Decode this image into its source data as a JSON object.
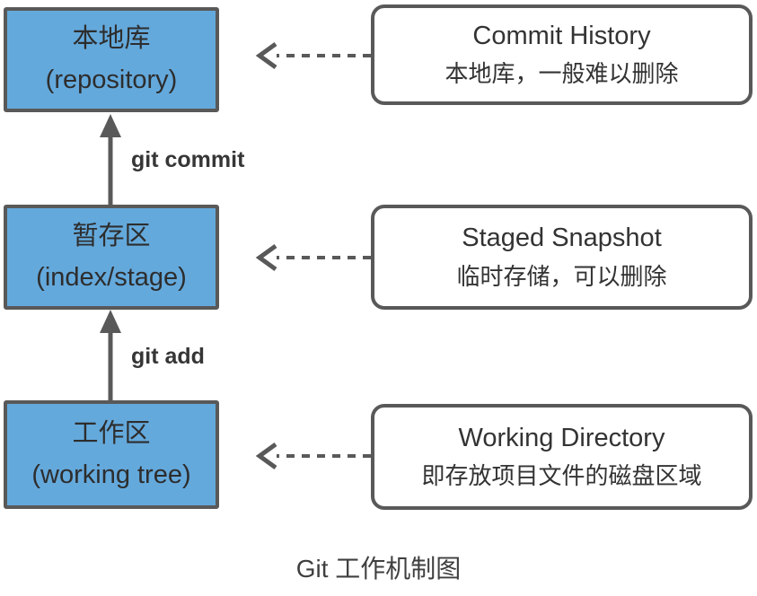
{
  "diagram": {
    "caption": "Git 工作机制图",
    "nodes": [
      {
        "title": "本地库",
        "subtitle": "(repository)"
      },
      {
        "title": "暂存区",
        "subtitle": "(index/stage)"
      },
      {
        "title": "工作区",
        "subtitle": "(working tree)"
      }
    ],
    "notes": [
      {
        "title": "Commit History",
        "subtitle": "本地库，一般难以删除"
      },
      {
        "title": "Staged Snapshot",
        "subtitle": "临时存储，可以删除"
      },
      {
        "title": "Working Directory",
        "subtitle": "即存放项目文件的磁盘区域"
      }
    ],
    "edges": [
      {
        "label": "git commit"
      },
      {
        "label": "git add"
      }
    ],
    "colors": {
      "node_fill": "#64a9dc",
      "border": "#595959",
      "text": "#333333"
    }
  }
}
